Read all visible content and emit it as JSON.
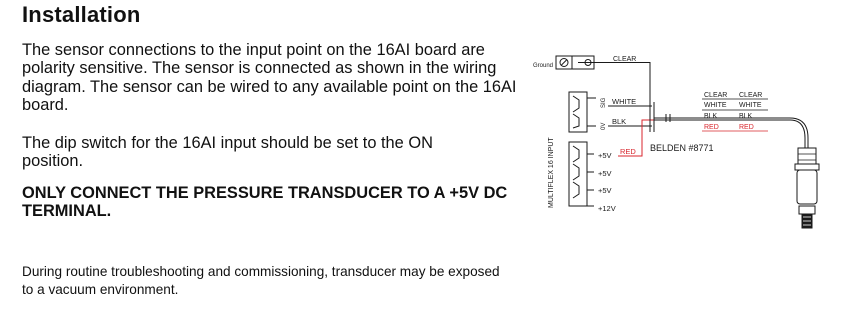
{
  "heading": "Installation",
  "paragraphs": {
    "p1": "The sensor connections to the input point on the 16AI board are polarity sensitive. The sensor is connected as shown in the wiring diagram. The sensor can be wired to any available point on the 16AI board.",
    "p2": "The dip switch for the 16AI input should be set to the ON position.",
    "p3": "ONLY CONNECT THE PRESSURE TRANSDUCER TO A +5V DC TERMINAL.",
    "note": "During routine troubleshooting and commissioning, transducer may be exposed to a vacuum environment."
  },
  "diagram": {
    "ground_label": "Ground",
    "clear_label": "CLEAR",
    "board_label": "MULTIFLEX 16 INPUT",
    "sig_label": "SIG",
    "zero_v_label": "0V",
    "terminals": [
      "+5V",
      "+5V",
      "+5V",
      "+12V"
    ],
    "top_wires": [
      "WHITE",
      "BLK"
    ],
    "red_label": "RED",
    "cable_label": "BELDEN #8771",
    "right_col1": [
      "CLEAR",
      "WHITE",
      "BLK",
      "RED"
    ],
    "right_col2": [
      "CLEAR",
      "WHITE",
      "BLK",
      "RED"
    ],
    "colors": {
      "red": "#d8262d",
      "ink": "#1a1a1a"
    }
  }
}
